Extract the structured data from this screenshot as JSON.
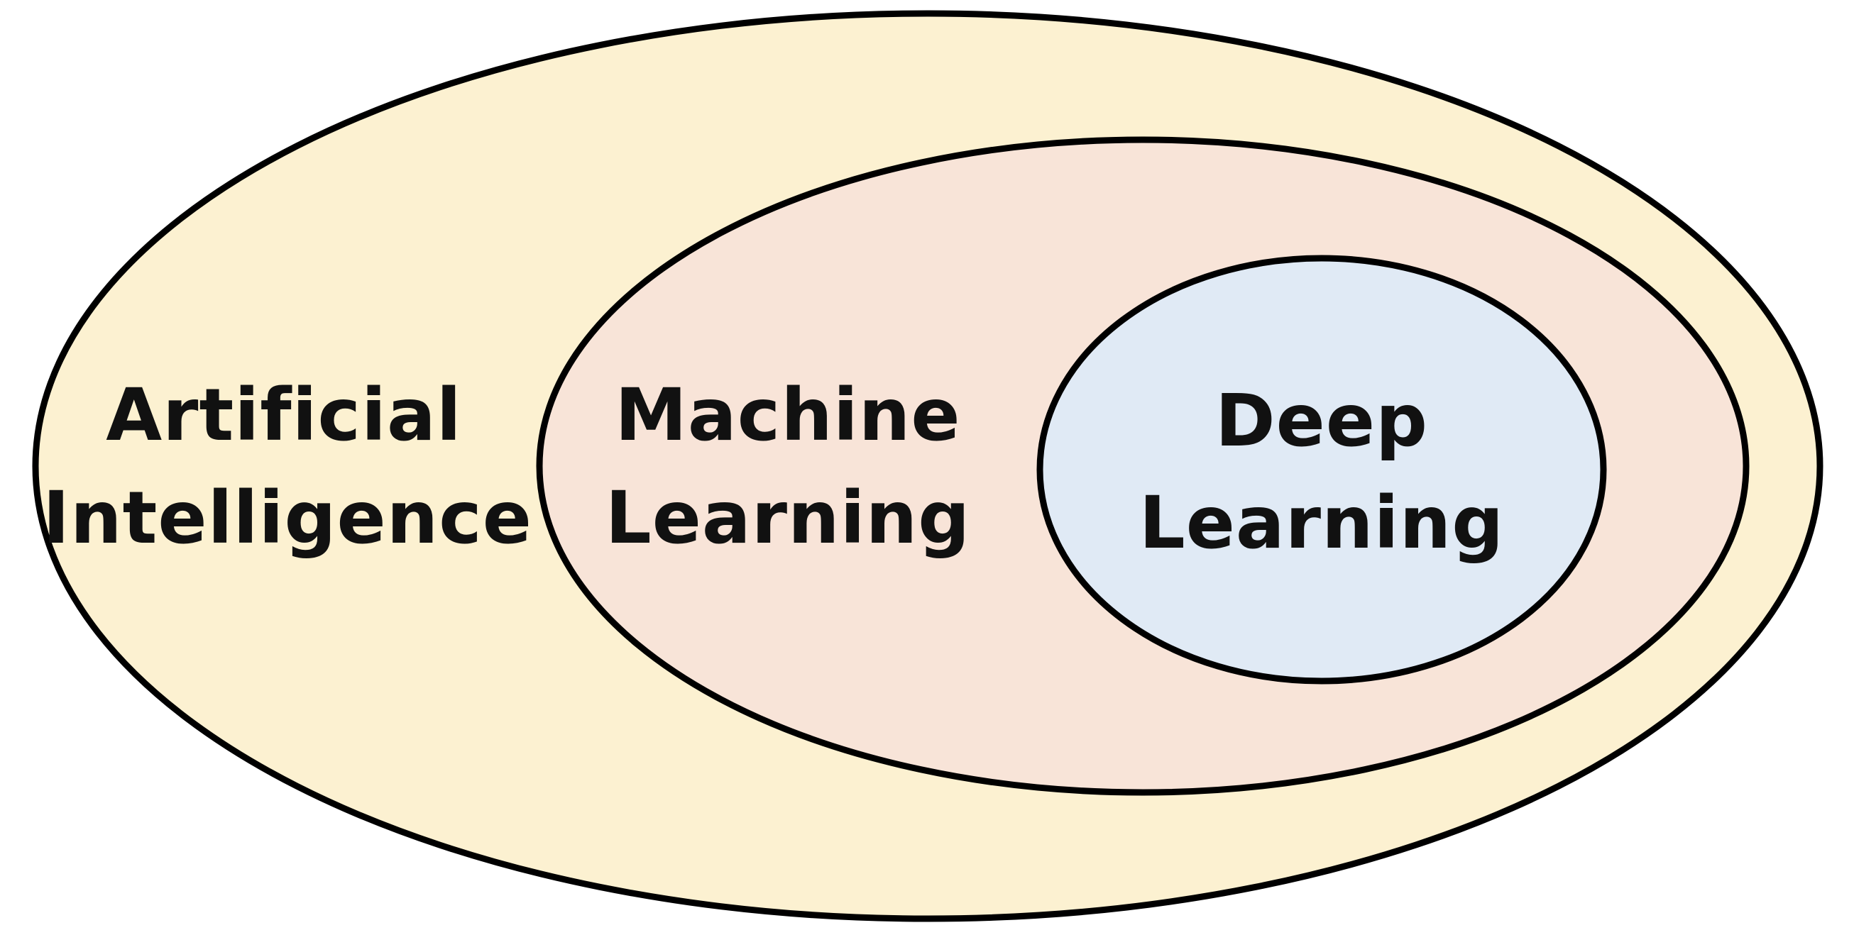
{
  "diagram": {
    "type": "nested-ellipses",
    "outline_color": "#000000",
    "regions": [
      {
        "id": "ai",
        "lines": [
          "Artificial",
          "Intelligence"
        ],
        "fill": "#FCF1D1"
      },
      {
        "id": "ml",
        "lines": [
          "Machine",
          "Learning"
        ],
        "fill": "#F8E4D8"
      },
      {
        "id": "dl",
        "lines": [
          "Deep",
          "Learning"
        ],
        "fill": "#E0EAF5"
      }
    ]
  }
}
